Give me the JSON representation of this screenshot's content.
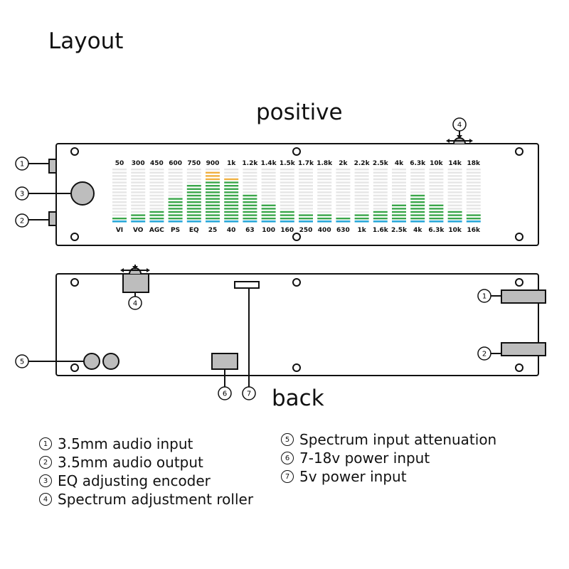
{
  "titles": {
    "layout": "Layout",
    "positive": "positive",
    "back": "back"
  },
  "top_labels": [
    "50",
    "300",
    "450",
    "600",
    "750",
    "900",
    "1k",
    "1.2k",
    "1.4k",
    "1.5k",
    "1.7k",
    "1.8k",
    "2k",
    "2.2k",
    "2.5k",
    "4k",
    "6.3k",
    "10k",
    "14k",
    "18k"
  ],
  "bottom_labels": [
    "VI",
    "VO",
    "AGC",
    "PS",
    "EQ",
    "25",
    "40",
    "63",
    "100",
    "160",
    "250",
    "400",
    "630",
    "1k",
    "1.6k",
    "2.5k",
    "4k",
    "6.3k",
    "10k",
    "16k"
  ],
  "bar_levels": [
    1,
    2,
    3,
    7,
    11,
    15,
    13,
    8,
    5,
    3,
    2,
    2,
    1,
    2,
    3,
    5,
    8,
    5,
    3,
    2
  ],
  "segments_per_bar": 16,
  "front_callouts": [
    "1",
    "3",
    "2",
    "4"
  ],
  "back_callouts": [
    "4",
    "5",
    "6",
    "7",
    "1",
    "2"
  ],
  "legend": {
    "left": [
      {
        "num": "1",
        "text": "3.5mm audio input"
      },
      {
        "num": "2",
        "text": "3.5mm audio output"
      },
      {
        "num": "3",
        "text": "EQ adjusting encoder"
      },
      {
        "num": "4",
        "text": "Spectrum adjustment roller"
      }
    ],
    "right": [
      {
        "num": "5",
        "text": "Spectrum input attenuation"
      },
      {
        "num": "6",
        "text": "7-18v power input"
      },
      {
        "num": "7",
        "text": "5v power input"
      }
    ]
  },
  "colors": {
    "line": "#111111",
    "segment_off": "#e6e6e6",
    "segment_green": "#3aa64a",
    "segment_orange": "#f0b040",
    "segment_red": "#d93030",
    "baseline_blue": "#2aa8d8",
    "component_gray": "#bdbdbd"
  }
}
